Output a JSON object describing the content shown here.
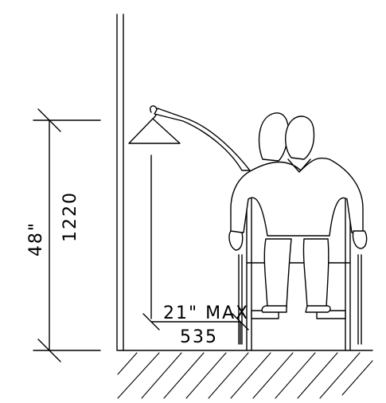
{
  "diagram": {
    "vertical_dimension": {
      "imperial": "48\"",
      "metric": "1220"
    },
    "horizontal_dimension": {
      "imperial": "21\" MAX",
      "metric": "535"
    },
    "colors": {
      "ink": "#000000",
      "background": "#ffffff"
    }
  }
}
